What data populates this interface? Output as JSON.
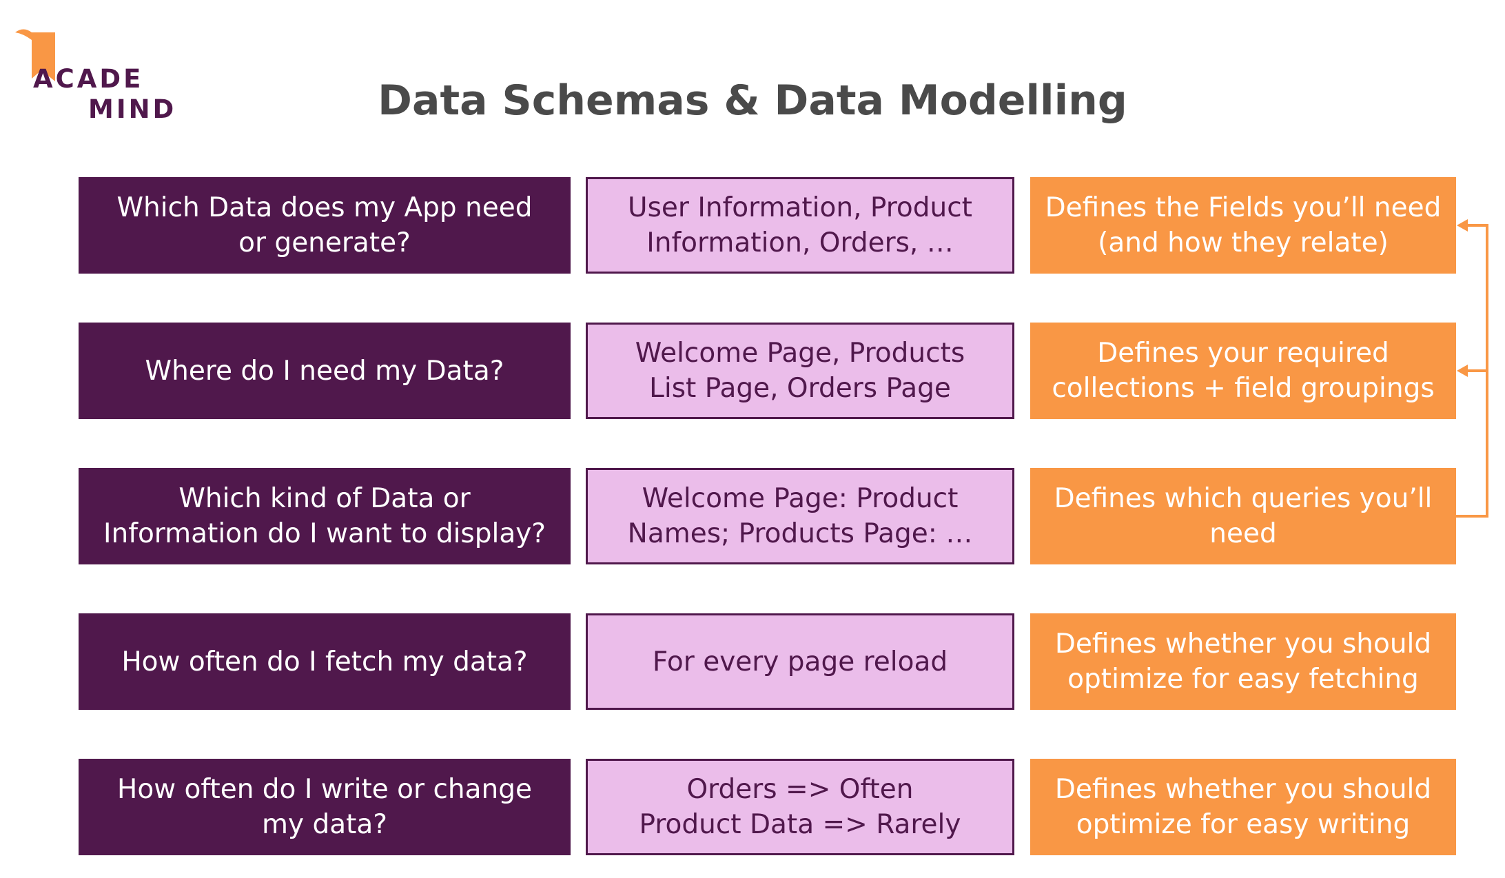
{
  "logo": {
    "line1": "ACADE",
    "line2": "MIND",
    "color": "#50184c",
    "accent": "#f99745"
  },
  "title": "Data Schemas & Data Modelling",
  "colors": {
    "question_bg": "#50184c",
    "example_bg": "#ebbdea",
    "example_border": "#50184c",
    "definition_bg": "#f99745",
    "title": "#4a4a4a"
  },
  "rows": [
    {
      "question": "Which Data does my App need\nor generate?",
      "example": "User Information, Product\nInformation, Orders, …",
      "definition": "Defines the Fields you’ll need\n(and how they relate)"
    },
    {
      "question": "Where do I need my Data?",
      "example": "Welcome Page, Products\nList Page, Orders Page",
      "definition": "Defines your required\ncollections + field groupings"
    },
    {
      "question": "Which kind of Data or\nInformation do I want to display?",
      "example": "Welcome Page: Product\nNames; Products Page: …",
      "definition": "Defines which queries you’ll\nneed"
    },
    {
      "question": "How often do I fetch my data?",
      "example": "For every page reload",
      "definition": "Defines whether you should\noptimize for easy fetching"
    },
    {
      "question": "How often do I write or change\nmy data?",
      "example": "Orders => Often\nProduct Data => Rarely",
      "definition": "Defines whether you should\noptimize for easy writing"
    }
  ]
}
